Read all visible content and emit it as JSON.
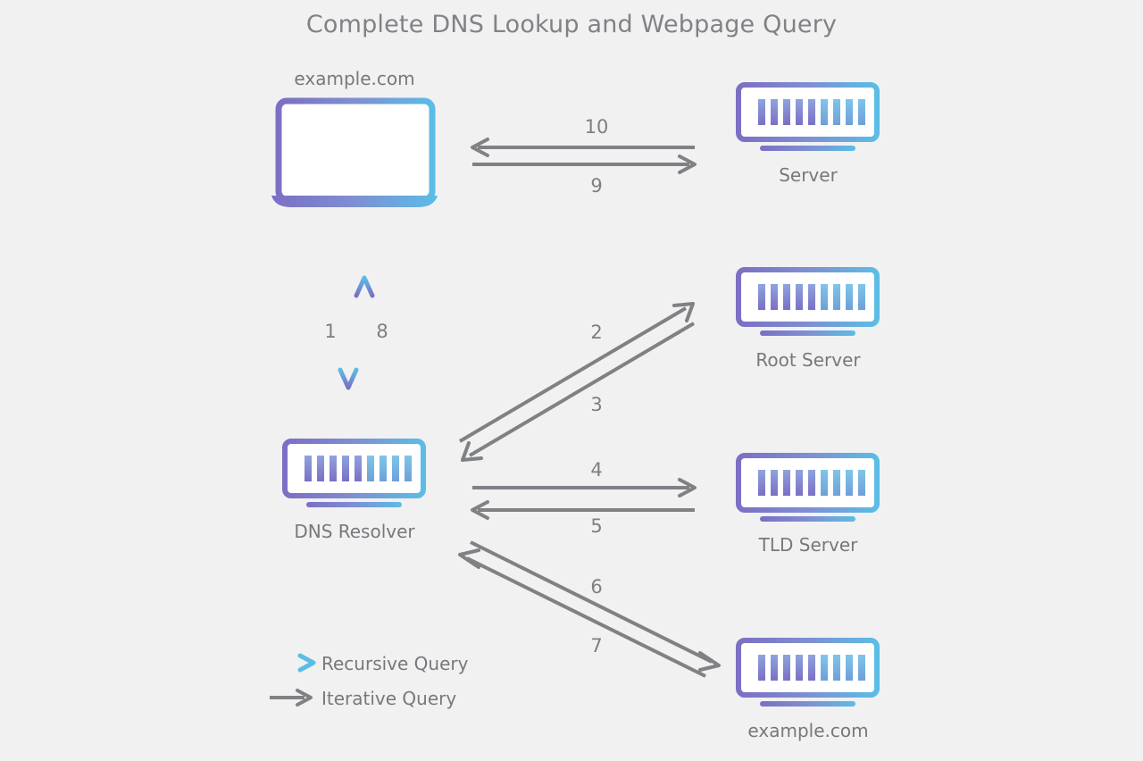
{
  "title": "Complete DNS Lookup and Webpage Query",
  "colors": {
    "background": "#f1f1f1",
    "title_text": "#808286",
    "label_text": "#76787c",
    "number_text": "#7d7f83",
    "iterative_arrow": "#7f8185",
    "gradient_purple": "#7b6fc4",
    "gradient_mid": "#8f86d4",
    "gradient_blue": "#5bbde6",
    "icon_white": "#ffffff"
  },
  "nodes": [
    {
      "id": "client",
      "label": "example.com",
      "icon": "laptop-icon",
      "label_position": "above"
    },
    {
      "id": "web-server",
      "label": "Server",
      "icon": "server-icon",
      "label_position": "below"
    },
    {
      "id": "root-server",
      "label": "Root Server",
      "icon": "server-icon",
      "label_position": "below"
    },
    {
      "id": "resolver",
      "label": "DNS Resolver",
      "icon": "server-icon",
      "label_position": "below"
    },
    {
      "id": "tld-server",
      "label": "TLD Server",
      "icon": "server-icon",
      "label_position": "below"
    },
    {
      "id": "authoritative-server",
      "label": "example.com",
      "icon": "server-icon",
      "label_position": "below"
    }
  ],
  "edges": [
    {
      "step": "1",
      "from": "client",
      "to": "resolver",
      "type": "recursive",
      "direction": "down"
    },
    {
      "step": "2",
      "from": "resolver",
      "to": "root-server",
      "type": "iterative",
      "direction": "up-right"
    },
    {
      "step": "3",
      "from": "root-server",
      "to": "resolver",
      "type": "iterative",
      "direction": "down-left"
    },
    {
      "step": "4",
      "from": "resolver",
      "to": "tld-server",
      "type": "iterative",
      "direction": "right"
    },
    {
      "step": "5",
      "from": "tld-server",
      "to": "resolver",
      "type": "iterative",
      "direction": "left"
    },
    {
      "step": "6",
      "from": "resolver",
      "to": "authoritative-server",
      "type": "iterative",
      "direction": "down-right"
    },
    {
      "step": "7",
      "from": "authoritative-server",
      "to": "resolver",
      "type": "iterative",
      "direction": "up-left"
    },
    {
      "step": "8",
      "from": "resolver",
      "to": "client",
      "type": "recursive",
      "direction": "up"
    },
    {
      "step": "9",
      "from": "client",
      "to": "web-server",
      "type": "iterative",
      "direction": "right"
    },
    {
      "step": "10",
      "from": "web-server",
      "to": "client",
      "type": "iterative",
      "direction": "left"
    }
  ],
  "legend": {
    "items": [
      {
        "key": "recursive",
        "label": "Recursive Query",
        "style": "gradient-arrow"
      },
      {
        "key": "iterative",
        "label": "Iterative Query",
        "style": "gray-arrow"
      }
    ]
  }
}
